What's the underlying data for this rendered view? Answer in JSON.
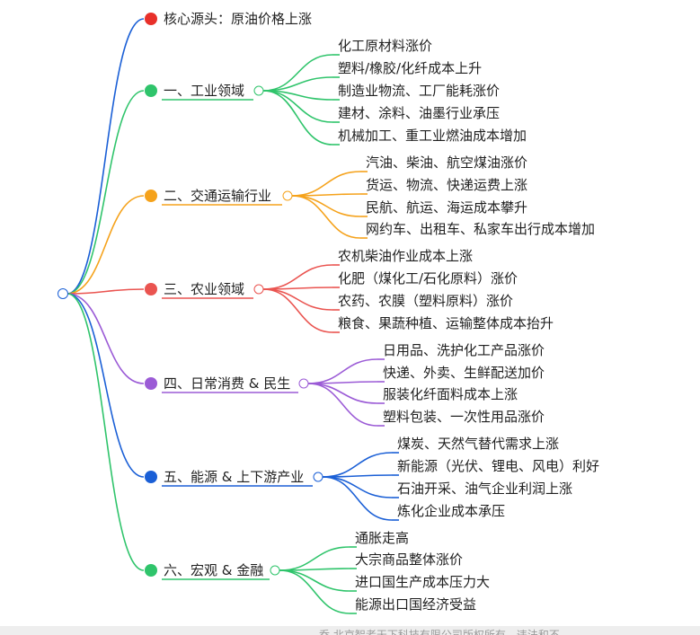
{
  "core": {
    "label": "核心源头：原油价格上涨",
    "color": "#e8302a"
  },
  "branches": [
    {
      "label": "一、工业领域",
      "color": "#2fc46b",
      "items": [
        "化工原材料涨价",
        "塑料/橡胶/化纤成本上升",
        "制造业物流、工厂能耗涨价",
        "建材、涂料、油墨行业承压",
        "机械加工、重工业燃油成本增加"
      ]
    },
    {
      "label": "二、交通运输行业",
      "color": "#f5a21b",
      "items": [
        "汽油、柴油、航空煤油涨价",
        "货运、物流、快递运费上涨",
        "民航、航运、海运成本攀升",
        "网约车、出租车、私家车出行成本增加"
      ]
    },
    {
      "label": "三、农业领域",
      "color": "#ea5450",
      "items": [
        "农机柴油作业成本上涨",
        "化肥（煤化工/石化原料）涨价",
        "农药、农膜（塑料原料）涨价",
        "粮食、果蔬种植、运输整体成本抬升"
      ]
    },
    {
      "label": "四、日常消费 & 民生",
      "color": "#9b5bd6",
      "items": [
        "日用品、洗护化工产品涨价",
        "快递、外卖、生鲜配送加价",
        "服装化纤面料成本上涨",
        "塑料包装、一次性用品涨价"
      ]
    },
    {
      "label": "五、能源 & 上下游产业",
      "color": "#1a5fd6",
      "items": [
        "煤炭、天然气替代需求上涨",
        "新能源（光伏、锂电、风电）利好",
        "石油开采、油气企业利润上涨",
        "炼化企业成本承压"
      ]
    },
    {
      "label": "六、宏观 & 金融",
      "color": "#2fc46b",
      "items": [
        "通胀走高",
        "大宗商品整体涨价",
        "进口国生产成本压力大",
        "能源出口国经济受益"
      ]
    }
  ],
  "footer": {
    "text": "乔 北京智者天下科技有限公司版权所有，违法和不"
  }
}
